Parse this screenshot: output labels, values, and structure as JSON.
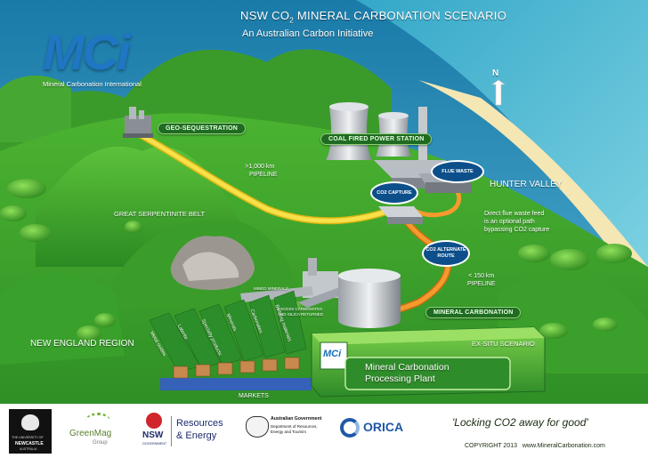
{
  "header": {
    "title": "NSW CO2 MINERAL CARBONATION SCENARIO",
    "title_pre": "NSW CO",
    "title_sub": "2",
    "title_post": " MINERAL CARBONATION SCENARIO",
    "subtitle": "An Australian Carbon  Initiative"
  },
  "brand": {
    "logo_text": "MCi",
    "logo_caption": "Mineral Carbonation International"
  },
  "compass": {
    "north": "N"
  },
  "labels": {
    "geo_sequestration": "GEO-SEQUESTRATION",
    "power_station": "COAL FIRED POWER STATION",
    "pipeline_long": ">1,000 km",
    "pipeline_long_2": "PIPELINE",
    "flue_waste": "FLUE WASTE",
    "hunter_valley": "HUNTER VALLEY",
    "co2_capture": "CO2 CAPTURE",
    "serpentinite": "GREAT SERPENTINITE BELT",
    "direct_flue_1": "Direct flue waste feed",
    "direct_flue_2": "is an optional path",
    "direct_flue_3": "bypassing CO2 capture",
    "co2_alt_route_1": "CO2 ALTERNATE",
    "co2_alt_route_2": "ROUTE",
    "pipeline_short": "< 150 km",
    "pipeline_short_2": "PIPELINE",
    "mined_minerals": "MINED MINERALS",
    "excess_carbonates": "EXCESS CARBONATES",
    "silica_returned": "AND SILICA RETURNED",
    "mineral_carbonation": "MINERAL CARBONATION",
    "new_england": "NEW ENGLAND REGION",
    "ex_situ": "EX-SITU SCENARIO",
    "plant_line1": "Mineral Carbonation",
    "plant_line2": "Processing Plant",
    "markets": "MARKETS",
    "plant_badge": "MCi"
  },
  "product_streams": [
    "Metal oxides",
    "Laterite",
    "Specialty products",
    "Minerals",
    "Carbonates",
    "Building materials"
  ],
  "footer": {
    "tagline": "'Locking CO2 away for good'",
    "copyright": "COPYRIGHT 2013",
    "website": "www.MineralCarbonation.com",
    "newcastle_1": "THE UNIVERSITY OF",
    "newcastle_2": "NEWCASTLE",
    "newcastle_3": "AUSTRALIA",
    "greenmag": "GreenMag",
    "greenmag_sub": "Group",
    "nsw": "NSW",
    "nsw_sub": "GOVERNMENT",
    "resources": "Resources",
    "energy": "& Energy",
    "aus_gov_1": "Australian Government",
    "aus_gov_2": "Department of Resources,",
    "aus_gov_3": "Energy and Tourism",
    "orica": "ORICA"
  },
  "colors": {
    "sky": "#2a8fb8",
    "grass": "#3fa52c",
    "pipeline_yellow": "#f2d21a",
    "pipeline_orange": "#f08a1c",
    "brand_green": "#4bb33a",
    "brand_blue": "#1a6fb7"
  }
}
